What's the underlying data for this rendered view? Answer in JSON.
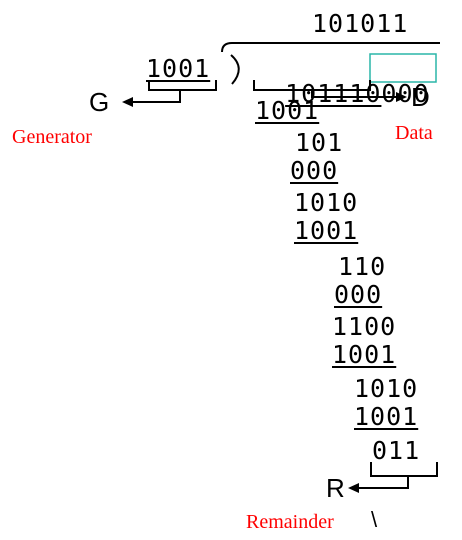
{
  "quotient": "101011",
  "divisor": "1001",
  "dividend": {
    "data_bits": "101110",
    "padding_bits": "000"
  },
  "steps": [
    "1001",
    "101",
    "000",
    "1010",
    "1001",
    "110",
    "000",
    "1100",
    "1001",
    "1010",
    "1001",
    "011"
  ],
  "labels": {
    "generator_letter": "G",
    "generator_caption": "Generator",
    "data_letter": "D",
    "data_caption": "Data",
    "remainder_letter": "R",
    "remainder_caption": "Remainder",
    "stray_mark": "\\"
  },
  "colors": {
    "caption": "#ff0000",
    "highlight_box": "#2ab5a8",
    "ink": "#000000"
  }
}
